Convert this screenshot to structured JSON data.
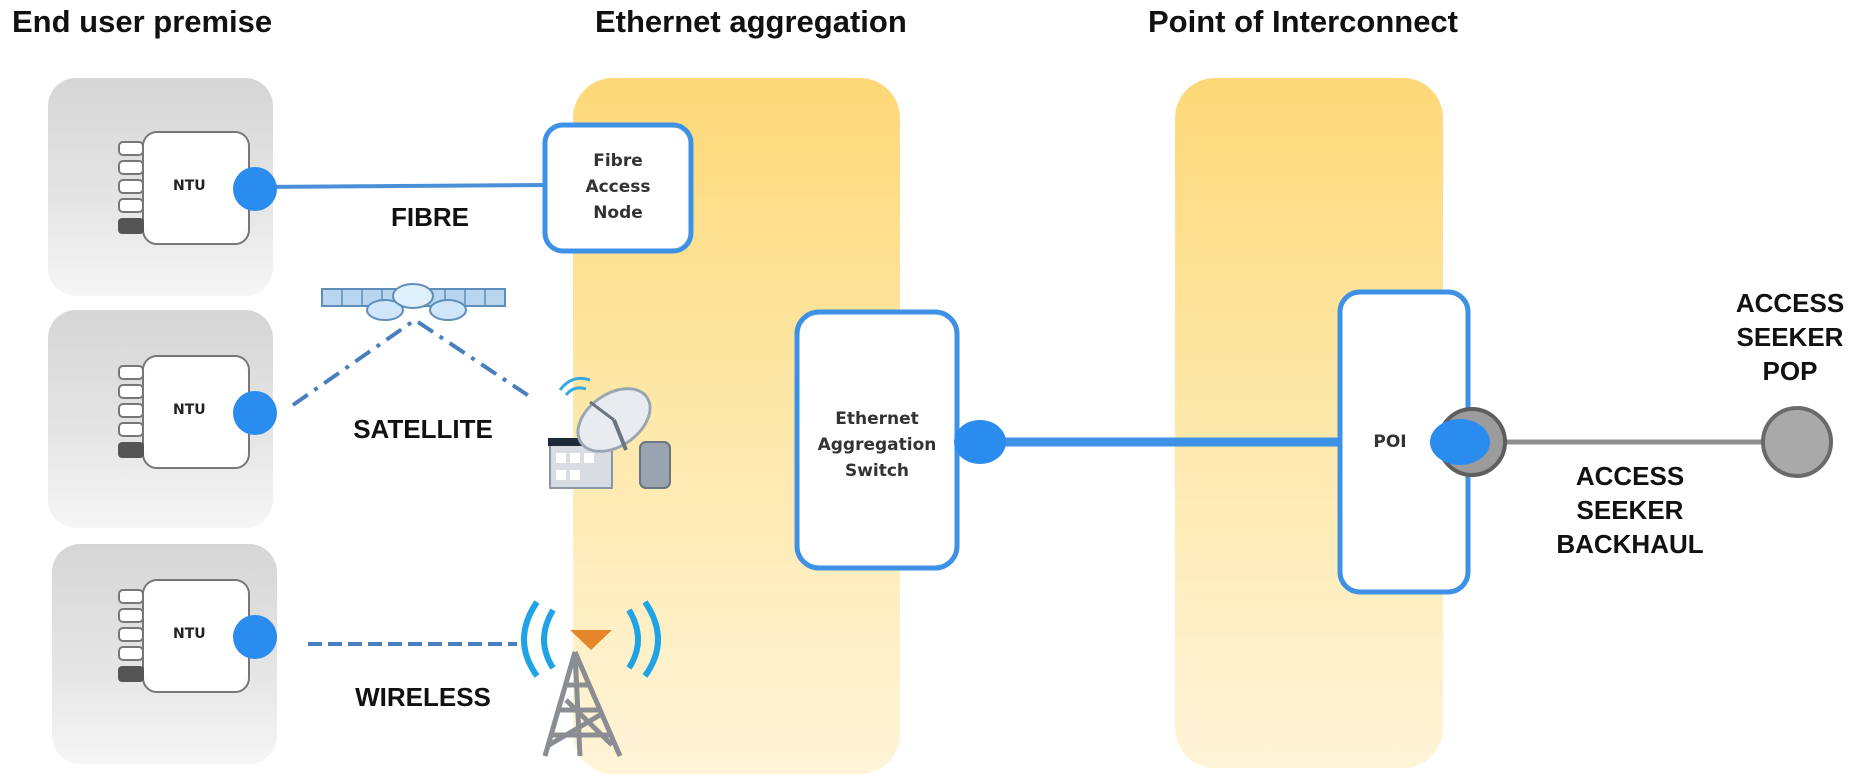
{
  "headings": {
    "end_user_premise": "End user premise",
    "ethernet_aggregation": "Ethernet aggregation",
    "point_of_interconnect": "Point of Interconnect"
  },
  "devices": {
    "ntu_label": "NTU",
    "fibre_access_node": [
      "Fibre",
      "Access",
      "Node"
    ],
    "ethernet_aggregation_switch": [
      "Ethernet",
      "Aggregation",
      "Switch"
    ],
    "poi": "POI"
  },
  "links": {
    "fibre": "FIBRE",
    "satellite": "SATELLITE",
    "wireless": "WIRELESS"
  },
  "access_seeker": {
    "pop": [
      "ACCESS",
      "SEEKER",
      "POP"
    ],
    "backhaul": [
      "ACCESS",
      "SEEKER",
      "BACKHAUL"
    ]
  },
  "colors": {
    "link_blue": "#3d92e6",
    "port_blue": "#2b8cf0",
    "zone_yellow": "#fde49a",
    "premise_grey": "#d9d9d9",
    "backhaul_grey": "#9a9a9a"
  }
}
